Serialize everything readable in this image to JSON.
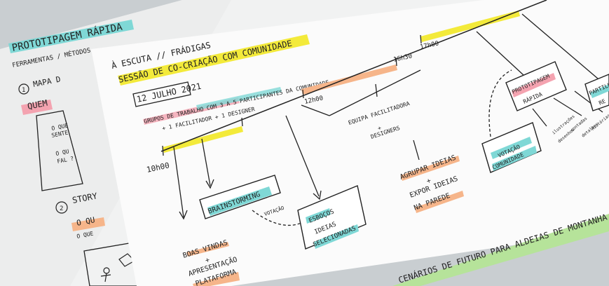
{
  "back_sheet": {
    "title": "PROTOTIPAGEM RÁPIDA",
    "subtitle": "FERRAMENTAS / MÉTODOS",
    "section_1_label": "MAPA D",
    "section_1_highlight": "QUEM",
    "card_1_line_1": "O QUE",
    "card_1_line_2": "SENTE",
    "card_1_line_3": "O QU",
    "card_1_line_4": "FAL ?",
    "section_2_label": "STORY",
    "section_2_highlight": "O QU",
    "section_2_sub": "O QUE"
  },
  "main_sheet": {
    "header_1": "À ESCUTA // FRÁDIGAS",
    "header_2": "SESSÃO DE CO-CRIAÇÃO COM COMUNIDADE",
    "date": "12 JULHO 2021",
    "groups_line_1": "GRUPOS DE TRABALHO COM 3 A 5 PARTICIPANTES DA COMUNIDADE",
    "groups_line_2": "+ 1 FACILITADOR + 1 DESIGNER",
    "t_10h": "10h00",
    "t_12h": "12h00",
    "t_16h": "16h30",
    "t_17h": "17h00",
    "boas_1": "BOAS VINDAS",
    "boas_2": "+",
    "boas_3": "APRESENTAÇÃO",
    "boas_4": "PLATAFORMA",
    "brainstorming": "BRAINSTORMING",
    "votacao": "VOTAÇÃO",
    "esbocos_1": "ESBOÇOS",
    "esbocos_2": "IDEIAS",
    "esbocos_3": "SELECIONADAS",
    "equipa_1": "EQUIPA FACILITADORA",
    "equipa_2": "+",
    "equipa_3": "DESIGNERS",
    "agrupar_1": "AGRUPAR IDEIAS",
    "agrupar_2": "+",
    "agrupar_3": "EXPOR IDEIAS",
    "agrupar_4": "NA PAREDE",
    "votacao_com_1": "VOTAÇÃO",
    "votacao_com_2": "COMUNIDADE",
    "proto_1": "PROTOTIPAGEM",
    "proto_2": "RÁPIDA",
    "partilha_1": "PARTILH",
    "partilha_2": "RE",
    "small_1": "ilustrações",
    "small_2": "contadas",
    "small_3": "desenhos",
    "small_4": "detalhes",
    "small_5": "Histórias",
    "bottom_banner": "CENÁRIOS DE FUTURO PARA ALDEIAS DE MONTANHA"
  },
  "colors": {
    "yellow": "#f3ea3a",
    "cyan": "#7fd8d6",
    "orange": "#f6b58a",
    "pink": "#f4a3b0",
    "green": "#b6e39a"
  }
}
